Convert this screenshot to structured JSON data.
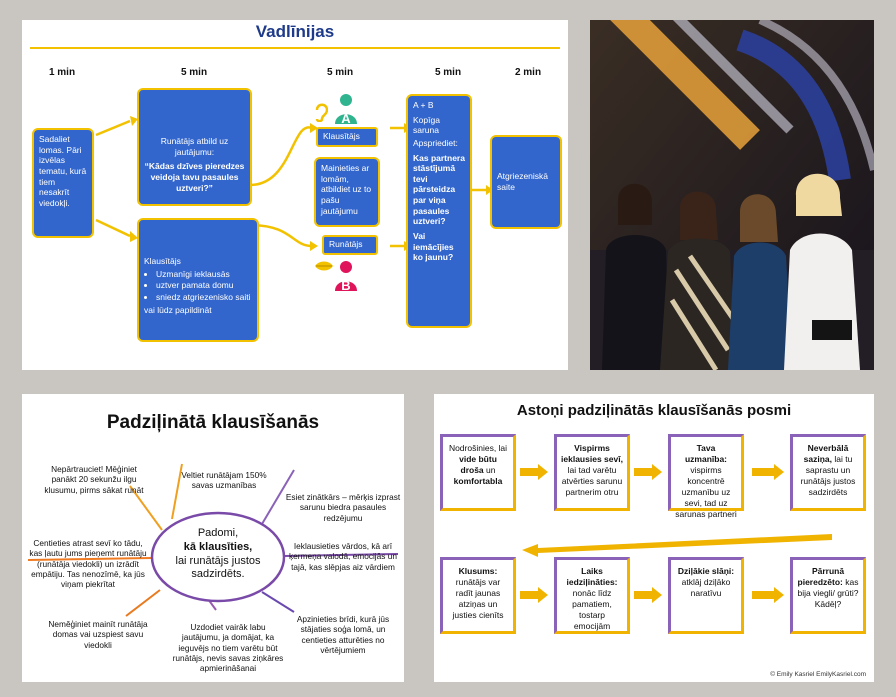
{
  "guidelines": {
    "title": "Vadlīnijas",
    "times": [
      "1 min",
      "5 min",
      "5 min",
      "5 min",
      "2 min"
    ],
    "box_intro": "Sadaliet lomas. Pāri izvēlas tematu, kurā tiem nesakrīt viedokļi.",
    "speaker_letter": "A",
    "listener_letter": "B",
    "box_speaker_line": "Runātājs atbild uz jautājumu:",
    "box_speaker_question": "“Kādas dzīves pieredzes veidoja tavu pasaules uztveri?”",
    "box_listener_title": "Klausītājs",
    "box_listener_items": [
      "Uzmanīgi ieklausās",
      "uztver pamata domu",
      "sniedz atgriezenisko saiti"
    ],
    "box_listener_end": "vai lūdz papildināt",
    "btn_listener": "Klausītājs",
    "box_switch": "Mainieties ar lomām, atbildiet uz to pašu jautājumu",
    "btn_speaker": "Runātājs",
    "box_pair_1": "A + B",
    "box_pair_2": "Kopīga saruna",
    "box_pair_3": "Apspriediet:",
    "box_pair_4": "Kas partnera stāstījumā tevi pārsteidza par viņa pasaules uztveri?",
    "box_pair_5": "Vai iemācījies ko jaunu?",
    "box_feedback": "Atgriezeniskā saite"
  },
  "deep_listening": {
    "title": "Padziļinātā klausīšanās",
    "center_1": "Padomi,",
    "center_2": "kā klausīties,",
    "center_3": "lai runātājs justos sadzirdēts.",
    "tips": [
      "Veltiet runātājam 150% savas uzmanības",
      "Esiet zinātkārs – mērķis izprast sarunu biedra pasaules redzējumu",
      "Ieklausieties vārdos, kā arī ķermeņa valodā, emocijās un tajā, kas slēpjas aiz vārdiem",
      "Apzinieties brīdi, kurā jūs stājaties soģa lomā, un centieties atturēties no vērtējumiem",
      "Uzdodiet vairāk labu jautājumu, ja domājat, ka ieguvējs no tiem varētu būt runātājs, nevis savas ziņkāres apmierināšanai",
      "Neměģiniet mainīt runātāja domas vai uzspiest savu viedokli",
      "Centieties atrast sevī ko tādu, kas ļautu jums pieņemt runātāju (runātāja viedokli) un izrādīt empātiju. Tas nenozīmē, ka jūs viņam piekrītat",
      "Nepārtrauciet! Mēģiniet panākt 20 sekunžu ilgu klusumu, pirms sākat runāt"
    ]
  },
  "eight_steps": {
    "title": "Astoņi padziļinātās klausīšanās posmi",
    "copyright": "© Emily Kasriel  EmilyKasriel.com",
    "colors": {
      "purple": "#8a62b8",
      "yellow": "#f0b400"
    }
  }
}
